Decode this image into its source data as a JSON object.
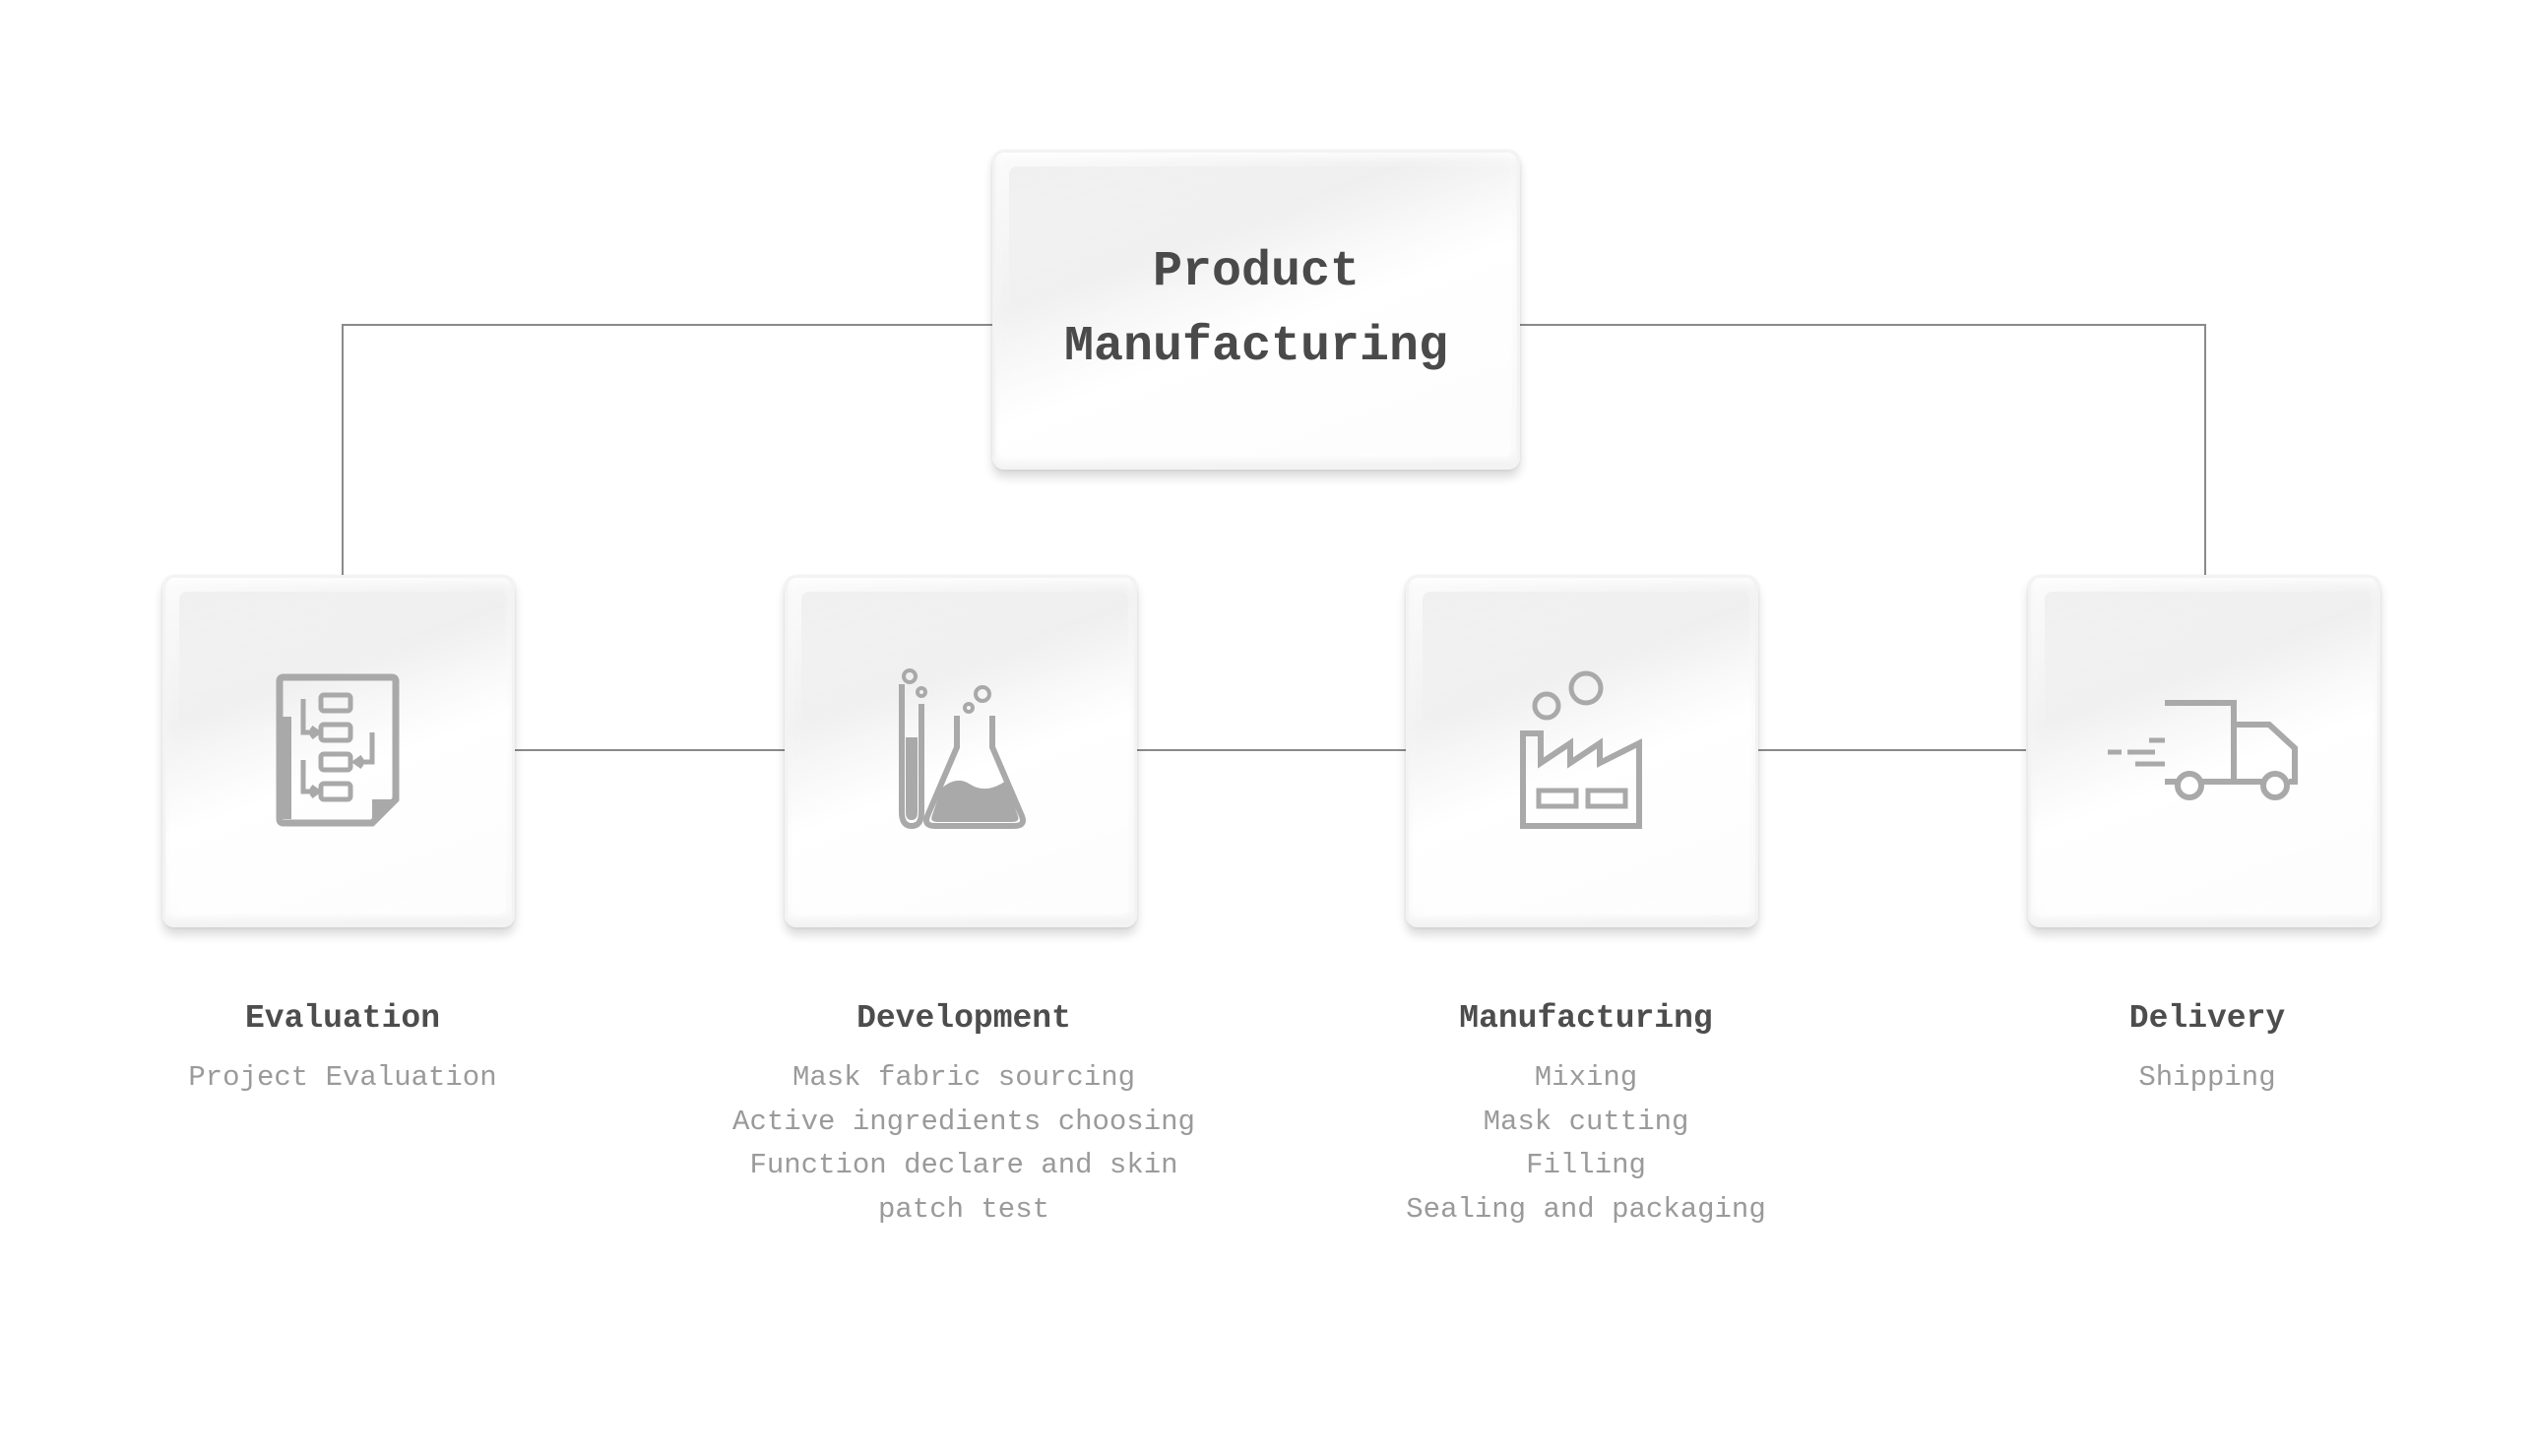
{
  "root": {
    "title_line1": "Product",
    "title_line2": "Manufacturing"
  },
  "steps": [
    {
      "title": "Evaluation",
      "icon": "checklist-flow-icon",
      "lines": [
        "Project Evaluation"
      ]
    },
    {
      "title": "Development",
      "icon": "lab-flask-icon",
      "lines": [
        "Mask fabric sourcing",
        "Active ingredients choosing",
        "Function declare and skin",
        "patch test"
      ]
    },
    {
      "title": "Manufacturing",
      "icon": "factory-icon",
      "lines": [
        "Mixing",
        "Mask cutting",
        "Filling",
        "Sealing and packaging"
      ]
    },
    {
      "title": "Delivery",
      "icon": "delivery-truck-icon",
      "lines": [
        "Shipping"
      ]
    }
  ],
  "colors": {
    "line": "#8a8a8a",
    "icon": "#a9a9a9",
    "title_text": "#4a4a4a",
    "body_text": "#9a9a9a"
  }
}
